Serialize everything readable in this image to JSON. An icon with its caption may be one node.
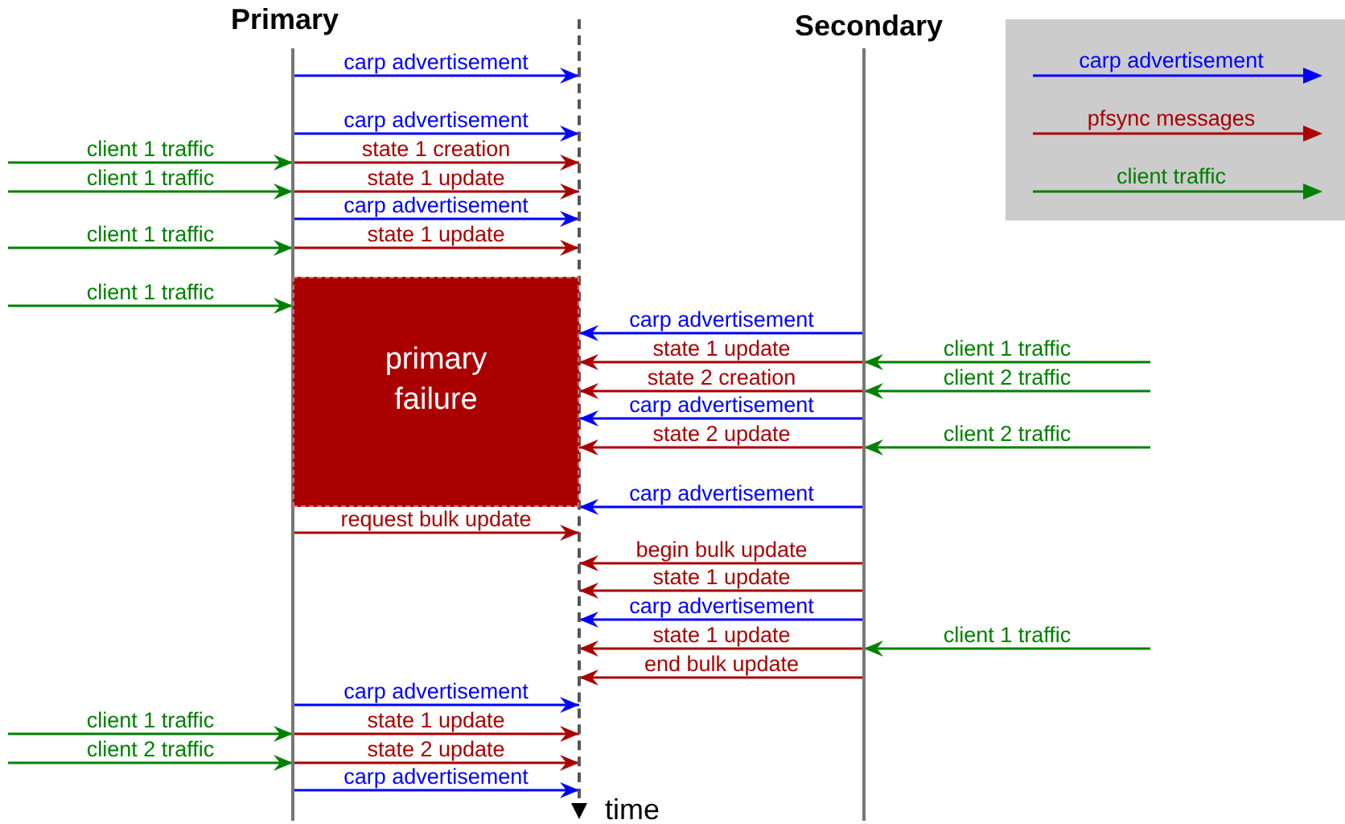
{
  "diagram": {
    "nodes": [
      {
        "text": [
          "Primary"
        ]
      },
      {
        "text": [
          "Secondary"
        ]
      },
      {
        "text": [
          "time"
        ]
      },
      {
        "text": [
          "primary failure"
        ]
      }
    ],
    "edges": [
      {
        "from": 0,
        "to": 2,
        "arrow": "to",
        "label": "carp advertisement",
        "color": "#0000ff"
      },
      {
        "from": 0,
        "to": 2,
        "arrow": "to",
        "label": "carp advertisement",
        "color": "#0000ff"
      },
      {
        "from": null,
        "to": 0,
        "arrow": "to",
        "label": "client 1 traffic",
        "color": "#008000"
      },
      {
        "from": 0,
        "to": 2,
        "arrow": "to",
        "label": "state 1 creation"
      },
      {
        "from": null,
        "to": 0,
        "arrow": "to",
        "label": "client 1 traffic",
        "color": "#008000"
      },
      {
        "from": 0,
        "to": 2,
        "arrow": "to",
        "label": "state 1 update"
      },
      {
        "from": 0,
        "to": 2,
        "arrow": "to",
        "label": "carp advertisement",
        "color": "#0000ff"
      },
      {
        "from": null,
        "to": 0,
        "arrow": "to",
        "label": "client 1 traffic",
        "color": "#008000"
      },
      {
        "from": 0,
        "to": 2,
        "arrow": "to",
        "label": "state 1 update"
      },
      {
        "from": null,
        "to": 3,
        "arrow": "to",
        "label": "client 1 traffic",
        "color": "#008000"
      },
      {
        "from": 1,
        "to": 3,
        "arrow": "to",
        "label": "carp advertisement",
        "color": "#0000ff"
      },
      {
        "from": null,
        "to": 1,
        "arrow": "to",
        "label": "client 1 traffic",
        "color": "#008000"
      },
      {
        "from": 1,
        "to": 3,
        "arrow": "to",
        "label": "state 1 update"
      },
      {
        "from": null,
        "to": 1,
        "arrow": "to",
        "label": "client 2 traffic",
        "color": "#008000"
      },
      {
        "from": 1,
        "to": 3,
        "arrow": "to",
        "label": "state 2 creation"
      },
      {
        "from": 1,
        "to": 3,
        "arrow": "to",
        "label": "carp advertisement",
        "color": "#0000ff"
      },
      {
        "from": null,
        "to": 1,
        "arrow": "to",
        "label": "client 2 traffic",
        "color": "#008000"
      },
      {
        "from": 1,
        "to": 3,
        "arrow": "to",
        "label": "state 2 update"
      },
      {
        "from": 1,
        "to": 3,
        "arrow": "to",
        "label": "carp advertisement",
        "color": "#0000ff"
      },
      {
        "from": 0,
        "to": 2,
        "arrow": "to",
        "label": "request bulk update"
      },
      {
        "from": 1,
        "to": 2,
        "arrow": "to",
        "label": "begin bulk update"
      },
      {
        "from": 1,
        "to": 2,
        "arrow": "to",
        "label": "state 1 update"
      },
      {
        "from": 1,
        "to": 2,
        "arrow": "to",
        "label": "carp advertisement",
        "color": "#0000ff"
      },
      {
        "from": null,
        "to": 1,
        "arrow": "to",
        "label": "client 1 traffic",
        "color": "#008000"
      },
      {
        "from": 1,
        "to": 2,
        "arrow": "to",
        "label": "state 1 update"
      },
      {
        "from": 1,
        "to": 2,
        "arrow": "to",
        "label": "end bulk update"
      },
      {
        "from": 0,
        "to": 2,
        "arrow": "to",
        "label": "carp advertisement",
        "color": "#0000ff"
      },
      {
        "from": null,
        "to": 0,
        "arrow": "to",
        "label": "client 1 traffic",
        "color": "#008000"
      },
      {
        "from": 0,
        "to": 2,
        "arrow": "to",
        "label": "state 1 update"
      },
      {
        "from": null,
        "to": 0,
        "arrow": "to",
        "label": "client 2 traffic",
        "color": "#008000"
      },
      {
        "from": 0,
        "to": 2,
        "arrow": "to",
        "label": "state 2 update"
      },
      {
        "from": 0,
        "to": 2,
        "arrow": "to",
        "label": "carp advertisement",
        "color": "#0000ff"
      }
    ],
    "legend": [
      {
        "text": "carp advertisement"
      },
      {
        "text": "pfsync messages"
      },
      {
        "text": "client traffic"
      }
    ]
  }
}
